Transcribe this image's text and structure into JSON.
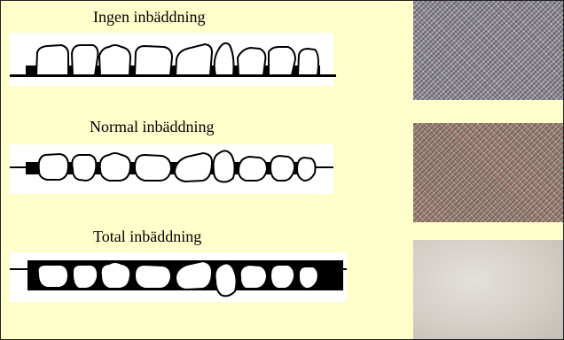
{
  "rows": [
    {
      "label": "Ingen inbäddning",
      "embedding": "none"
    },
    {
      "label": "Normal inbäddning",
      "embedding": "normal"
    },
    {
      "label": "Total inbäddning",
      "embedding": "total"
    }
  ],
  "colors": {
    "background": "#ffffcc",
    "panel": "#ffffff",
    "binder": "#000000",
    "stone_fill": "#ffffff",
    "stone_outline": "#000000"
  }
}
